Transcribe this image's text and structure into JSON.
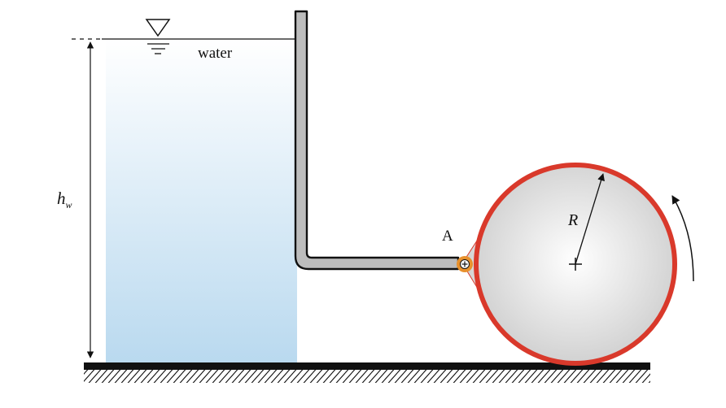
{
  "labels": {
    "water": "water",
    "height_main": "h",
    "height_sub": "w",
    "point": "A",
    "radius": "R"
  },
  "colors": {
    "water_top": "#ffffff",
    "water_bottom": "#b9d9ef",
    "cylinder_rim": "#d9392b",
    "cylinder_fill_center": "#ffffff",
    "cylinder_fill_edge": "#cfcfcf",
    "pipe_fill": "#bdbdbd",
    "pipe_stroke": "#111111",
    "hinge": "#e8912d",
    "ground": "#111111"
  },
  "icons": {
    "free_surface": "free-surface-triangle-icon",
    "hinge": "hinge-pin-icon",
    "rotation": "rotation-arrow-icon"
  }
}
